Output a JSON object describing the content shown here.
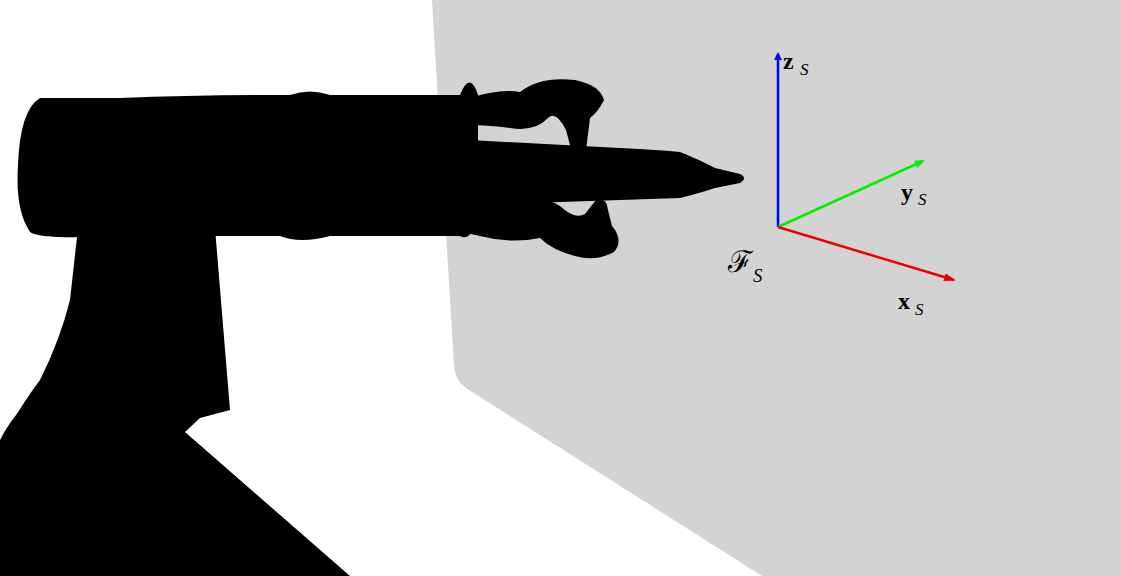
{
  "diagram": {
    "labels": [
      "z",
      "S",
      "y",
      "S",
      "x",
      "S",
      "ℱ",
      "S"
    ]
  }
}
